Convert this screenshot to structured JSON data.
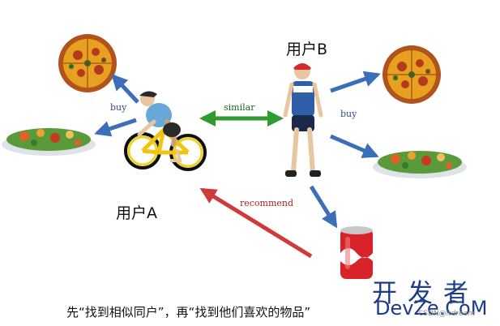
{
  "users": {
    "a_label": "用户A",
    "b_label": "用户B"
  },
  "edges": {
    "buy_a": "buy",
    "buy_b": "buy",
    "similar": "similar",
    "recommend": "recommend"
  },
  "caption": "先“找到相似同户”，再“找到他们喜欢的物品”",
  "watermark": {
    "cn": "开发者",
    "en": "DevZe.CoM",
    "small": "CSDN@itdream"
  },
  "colors": {
    "buy_arrow": "#3b6fb8",
    "similar_arrow": "#2f9a2f",
    "recommend_arrow": "#d13a3a",
    "watermark": "#1c3c8a"
  },
  "icons": [
    "pizza-icon",
    "salad-icon",
    "cyclist-icon",
    "cyclist-standing-icon",
    "soda-can-icon"
  ]
}
